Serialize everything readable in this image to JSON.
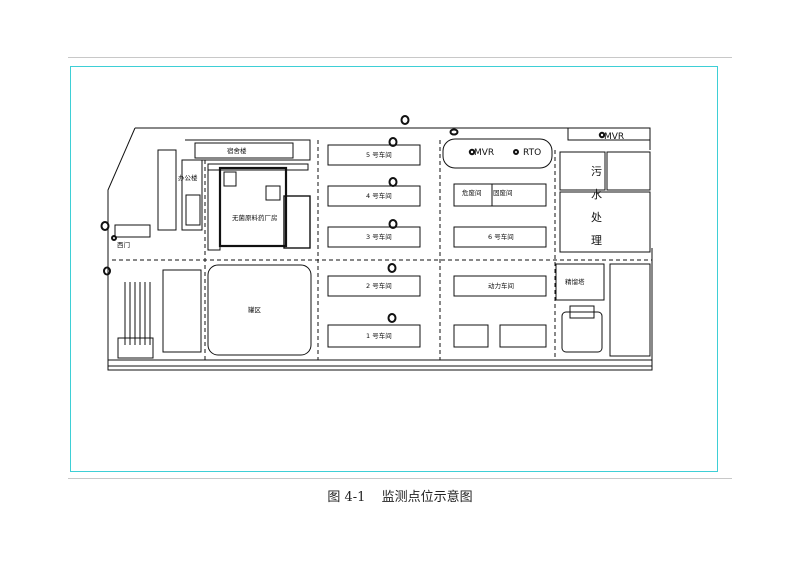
{
  "diagram": {
    "labels": {
      "dorm": "宿舍楼",
      "office": "办公楼",
      "west_gate": "西门",
      "plant": "无菌原料药厂房",
      "tank": "罐区",
      "ws5": "5 号车间",
      "ws4": "4 号车间",
      "ws3": "3 号车间",
      "ws2": "2 号车间",
      "ws1": "1 号车间",
      "ws6": "6 号车间",
      "hazwaste": "危废间",
      "solidwaste": "固废间",
      "power": "动力车间",
      "tower": "精馏塔",
      "mvr1": "MVR",
      "mvr2": "MVR",
      "rto": "RTO",
      "sewage1": "污",
      "sewage2": "水",
      "sewage3": "处",
      "sewage4": "理"
    }
  },
  "caption": {
    "figure_no": "图 4-1",
    "title": "监测点位示意图"
  }
}
